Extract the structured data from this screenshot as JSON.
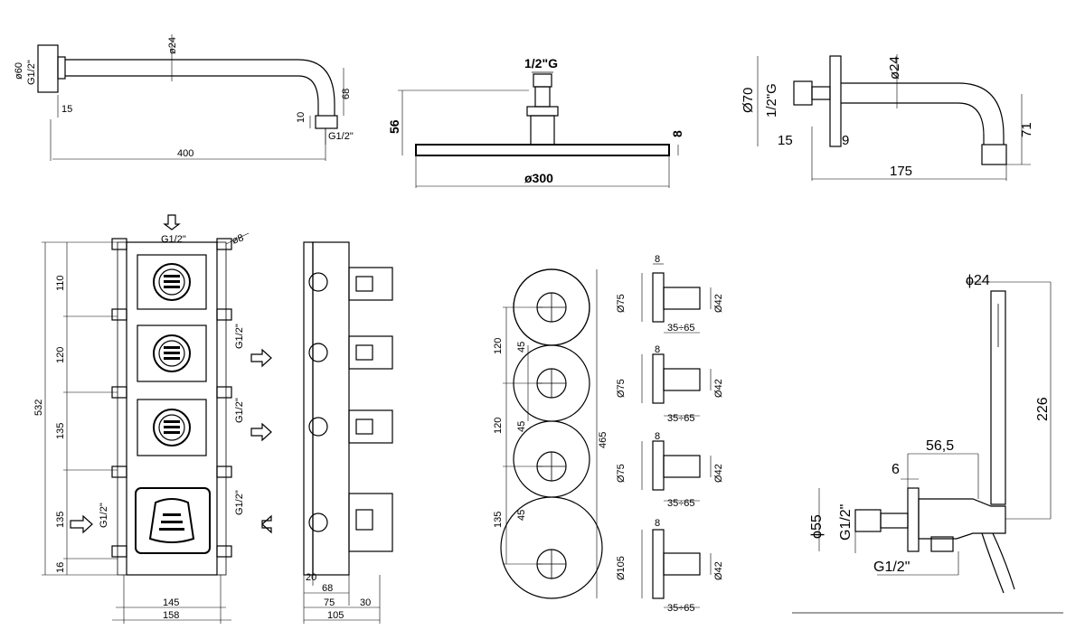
{
  "shower_arm": {
    "dia_24": "ø24",
    "dia_60": "ø60",
    "thread_left": "G1/2\"",
    "dim_15": "15",
    "dim_400": "400",
    "dim_10": "10",
    "dim_68": "68",
    "thread_right": "G1/2\""
  },
  "shower_head": {
    "thread": "1/2\"G",
    "height_56": "56",
    "thickness_8": "8",
    "dia_300": "ø300"
  },
  "spout": {
    "dia_70": "Ø70",
    "thread": "1/2\"G",
    "dia_24": "ø24",
    "dim_15": "15",
    "dim_9": "9",
    "dim_71": "71",
    "dim_175": "175"
  },
  "valve_box_front": {
    "thread_top": "G1/2\"",
    "dia_8": "ø8",
    "dim_110": "110",
    "dim_120": "120",
    "dim_532": "532",
    "dim_135_a": "135",
    "dim_135_b": "135",
    "dim_16": "16",
    "outlet_1": "G1/2\"",
    "outlet_2": "G1/2\"",
    "outlet_3": "G1/2\"",
    "inlet_left": "G1/2\"",
    "dim_145": "145",
    "dim_158": "158"
  },
  "valve_box_side": {
    "dim_20": "20",
    "dim_68": "68",
    "dim_75": "75",
    "dim_30": "30",
    "dim_105": "105"
  },
  "trim_plate": {
    "dim_120_a": "120",
    "dim_45_a": "45",
    "dim_120_b": "120",
    "dim_45_b": "45",
    "dim_135": "135",
    "dim_45_c": "45",
    "dim_465": "465"
  },
  "handles": [
    {
      "dim_8": "8",
      "dia_plate": "Ø75",
      "dia_knob": "Ø42",
      "range": "35÷65"
    },
    {
      "dim_8": "8",
      "dia_plate": "Ø75",
      "dia_knob": "Ø42",
      "range": "35÷65"
    },
    {
      "dim_8": "8",
      "dia_plate": "Ø75",
      "dia_knob": "Ø42",
      "range": "35÷65"
    },
    {
      "dim_8": "8",
      "dia_plate": "Ø105",
      "dia_knob": "Ø42",
      "range": "35÷65"
    }
  ],
  "hand_shower": {
    "dia_24": "ϕ24",
    "dim_226": "226",
    "dim_56_5": "56,5",
    "dim_6": "6",
    "dia_55": "ϕ55",
    "thread_vertical": "G1/2\"",
    "thread_bottom": "G1/2\""
  }
}
